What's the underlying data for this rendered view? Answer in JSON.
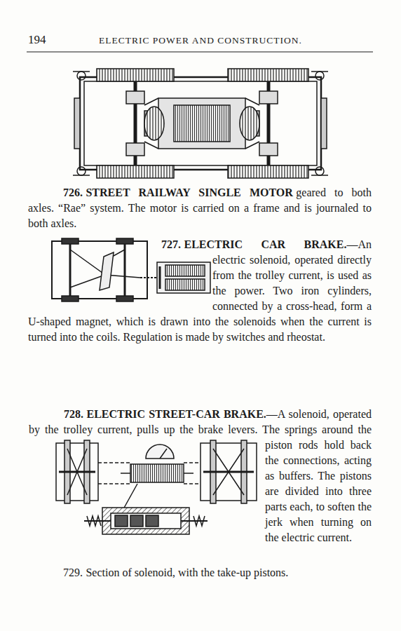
{
  "diagram": {
    "title": "ELECTRIC POWER AND CONSTRUCTION.",
    "labels": [
      "194",
      "726.",
      "STREET RAILWAY SINGLE MOTOR",
      "geared to both axles. “Rae” system. The motor is carried on a frame and is journaled to both axles.",
      "727.",
      "ELECTRIC CAR BRAKE.",
      "—An electric solenoid, operated directly from the trolley current, is used as the power. Two iron cylinders, connected by a cross-head, form a U-shaped magnet, which is drawn into the solenoids when the current is turned into the coils. Regulation is made by switches and rheostat.",
      "728.",
      "ELECTRIC STREET-CAR BRAKE.",
      "—A solenoid, operated by the trolley current, pulls up the brake levers. The springs around the piston rods hold back the connections, acting as buffers. The pistons are divided into three parts each, to soften the jerk when turning on the electric current.",
      "729.",
      "Section of solenoid, with the take-up pistons."
    ]
  }
}
